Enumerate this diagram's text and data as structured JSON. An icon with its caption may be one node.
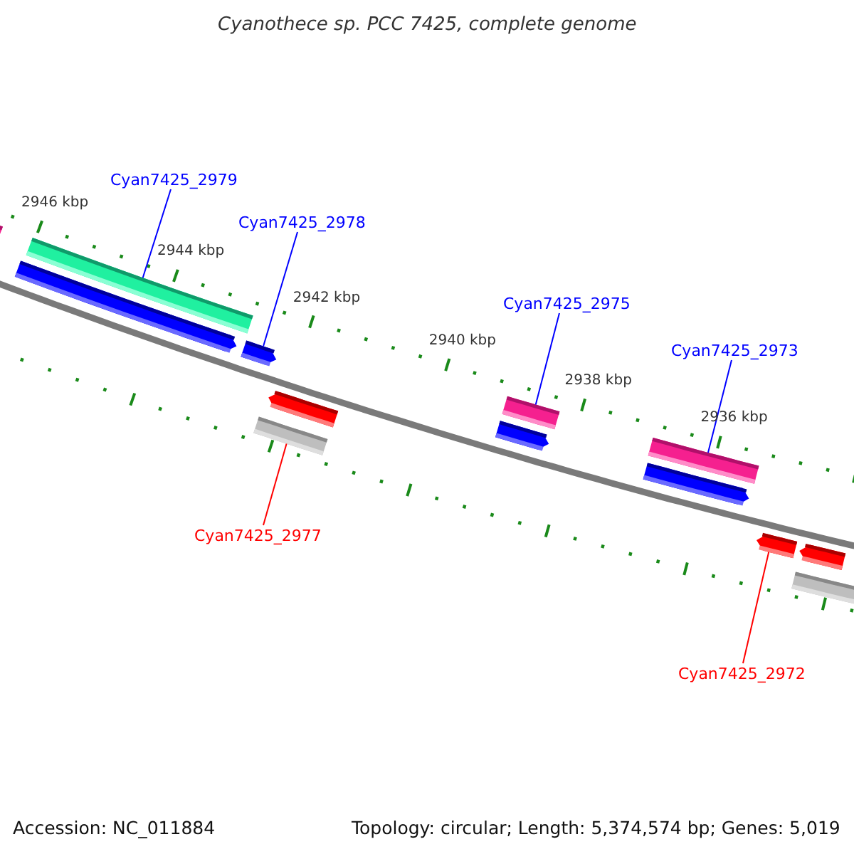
{
  "diagram": {
    "title": "Cyanothece sp. PCC 7425, complete genome",
    "nodes": [
      {
        "text": [
          "Cyan7425_2979"
        ]
      },
      {
        "text": [
          "Cyan7425_2978"
        ]
      },
      {
        "text": [
          "Cyan7425_2975"
        ]
      },
      {
        "text": [
          "Cyan7425_2973"
        ]
      },
      {
        "text": [
          "Cyan7425_2977"
        ]
      },
      {
        "text": [
          "Cyan7425_2972"
        ]
      },
      {
        "text": [],
        "shape": "bar"
      },
      {
        "text": [],
        "shape": "bar"
      },
      {
        "text": [],
        "shape": "bar"
      },
      {
        "text": [],
        "shape": "bar"
      },
      {
        "text": [],
        "shape": "bar"
      },
      {
        "text": [],
        "shape": "bar"
      },
      {
        "text": [],
        "shape": "bar"
      },
      {
        "text": [],
        "shape": "bar"
      },
      {
        "text": [],
        "shape": "bar"
      },
      {
        "text": [],
        "shape": "bar"
      },
      {
        "text": [],
        "shape": "bar"
      },
      {
        "text": [],
        "shape": "bar"
      },
      {
        "text": [],
        "shape": "bar"
      }
    ],
    "edges": [
      {
        "from": 0,
        "to": 8,
        "arrow": "none"
      },
      {
        "from": 1,
        "to": 9,
        "arrow": "none"
      },
      {
        "from": 2,
        "to": 12,
        "arrow": "none"
      },
      {
        "from": 3,
        "to": 14,
        "arrow": "none"
      },
      {
        "from": 4,
        "to": 10,
        "arrow": "none",
        "color": "#ff0000"
      },
      {
        "from": 5,
        "to": 16,
        "arrow": "none",
        "color": "#ff0000"
      }
    ],
    "labels": [
      "2946 kbp",
      "2944 kbp",
      "2942 kbp",
      "2940 kbp",
      "2938 kbp",
      "2936 kbp",
      "Accession: NC_011884",
      "Topology: circular; Length: 5,374,574 bp; Genes: 5,019"
    ]
  }
}
